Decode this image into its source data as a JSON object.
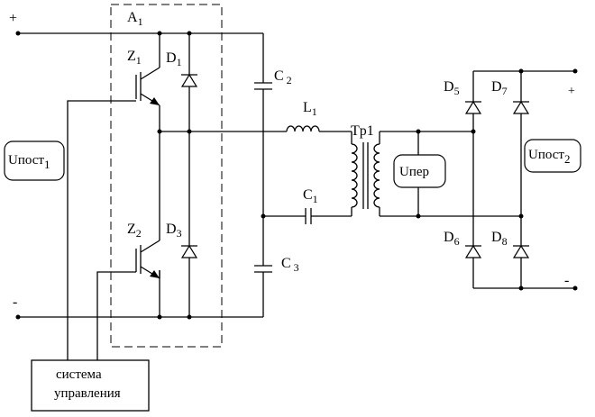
{
  "terminals": {
    "input_plus": "+",
    "input_minus": "-",
    "output_plus": "+",
    "output_minus": "-"
  },
  "module": {
    "main": "A",
    "sub": "1"
  },
  "transistors": [
    {
      "main": "Z",
      "sub": "1"
    },
    {
      "main": "Z",
      "sub": "2"
    }
  ],
  "diodes": [
    {
      "main": "D",
      "sub": "1"
    },
    {
      "main": "D",
      "sub": "3"
    },
    {
      "main": "D",
      "sub": "5"
    },
    {
      "main": "D",
      "sub": "6"
    },
    {
      "main": "D",
      "sub": "7"
    },
    {
      "main": "D",
      "sub": "8"
    }
  ],
  "capacitors": [
    {
      "main": "C",
      "sub": "1"
    },
    {
      "main": "C",
      "sub": "2"
    },
    {
      "main": "C",
      "sub": "3"
    }
  ],
  "inductor": {
    "main": "L",
    "sub": "1"
  },
  "transformer": {
    "label": "Tp1"
  },
  "voltages": {
    "input": {
      "main": "Uпост",
      "sub": "1"
    },
    "transfer": {
      "main": "Uпер"
    },
    "output": {
      "main": "Uпост",
      "sub": "2"
    }
  },
  "control_system": {
    "line1": "система",
    "line2": "управления"
  }
}
